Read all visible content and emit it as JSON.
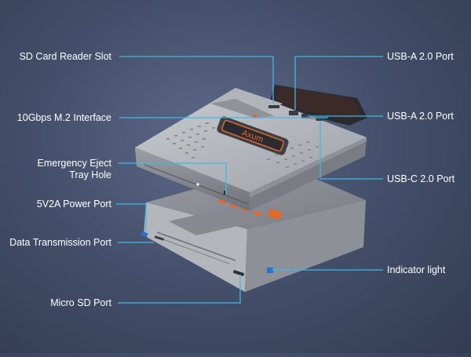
{
  "product": {
    "brand_text": "Axum",
    "colors": {
      "background": "#45506c",
      "body": "#a9acb2",
      "body_dark": "#6f737a",
      "callout_line": "#3fb8e8",
      "accent_orange": "#e2682e"
    }
  },
  "callouts": {
    "sd_card_reader_slot": "SD Card Reader Slot",
    "m2_interface": "10Gbps M.2 Interface",
    "emergency_eject_line1": "Emergency Eject",
    "emergency_eject_line2": "Tray Hole",
    "power_port": "5V2A Power Port",
    "data_port": "Data Transmission Port",
    "micro_sd_port": "Micro SD Port",
    "usb_a_port_1": "USB-A 2.0 Port",
    "usb_a_port_2": "USB-A 2.0 Port",
    "usb_c_port": "USB-C 2.0 Port",
    "indicator_light": "Indicator light"
  }
}
